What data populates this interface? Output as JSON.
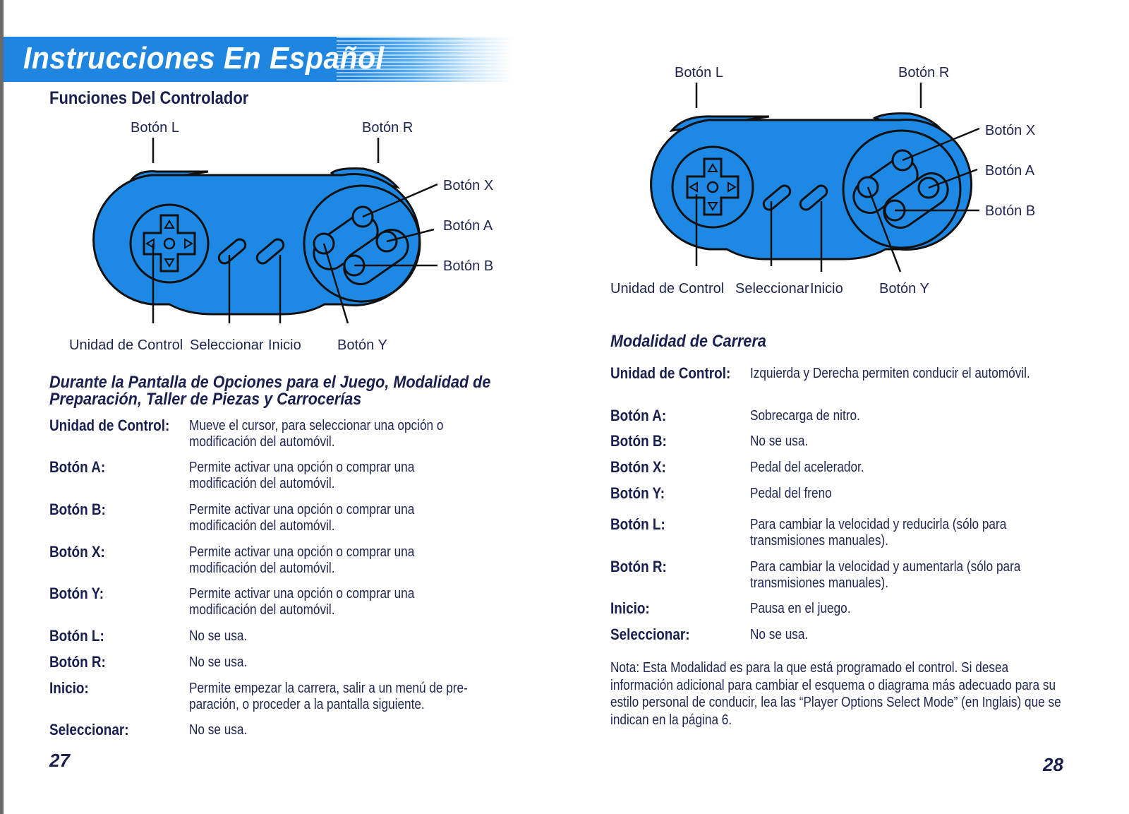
{
  "banner": {
    "title": "Instrucciones En Español"
  },
  "left_page": {
    "section_title": "Funciones Del Controlador",
    "controller_labels": {
      "l": "Botón L",
      "r": "Botón R",
      "x": "Botón X",
      "a": "Botón A",
      "b": "Botón B",
      "dpad": "Unidad de Control",
      "select": "Seleccionar",
      "start": "Inicio",
      "y": "Botón Y"
    },
    "subsection_title": "Durante la Pantalla de Opciones para el Juego, Modalidad de Preparación, Taller de Piezas y Carrocerías",
    "rows": [
      {
        "term": "Unidad de Control:",
        "def": "Mueve el cursor, para seleccionar una opción o modificación del automóvil."
      },
      {
        "term": "Botón A:",
        "def": "Permite activar una opción o comprar una modificación del automóvil."
      },
      {
        "term": "Botón B:",
        "def": "Permite activar una opción o comprar una modificación del automóvil."
      },
      {
        "term": "Botón X:",
        "def": "Permite activar una opción o comprar una modificación del automóvil."
      },
      {
        "term": "Botón Y:",
        "def": "Permite activar una opción o comprar una modificación del automóvil."
      },
      {
        "term": "Botón L:",
        "def": "No se usa."
      },
      {
        "term": "Botón R:",
        "def": "No se usa."
      },
      {
        "term": "Inicio:",
        "def": "Permite empezar la carrera, salir a un menú de pre-paración, o proceder a la pantalla siguiente."
      },
      {
        "term": "Seleccionar:",
        "def": "No se usa."
      }
    ],
    "page_number": "27"
  },
  "right_page": {
    "controller_labels": {
      "l": "Botón L",
      "r": "Botón R",
      "x": "Botón X",
      "a": "Botón A",
      "b": "Botón B",
      "dpad": "Unidad de Control",
      "select": "Seleccionar",
      "start": "Inicio",
      "y": "Botón Y"
    },
    "subsection_title": "Modalidad de Carrera",
    "rows": [
      {
        "term": "Unidad de Control:",
        "def": "Izquierda y Derecha permiten conducir el automóvil."
      },
      {
        "term": "Botón A:",
        "def": "Sobrecarga de nitro."
      },
      {
        "term": "Botón B:",
        "def": "No se usa."
      },
      {
        "term": "Botón X:",
        "def": "Pedal del acelerador."
      },
      {
        "term": "Botón Y:",
        "def": "Pedal del freno"
      },
      {
        "term": "Botón L:",
        "def": "Para cambiar la velocidad y reducirla (sólo para transmisiones manuales)."
      },
      {
        "term": "Botón R:",
        "def": "Para cambiar la velocidad y aumentarla (sólo para transmisiones manuales)."
      },
      {
        "term": "Inicio:",
        "def": "Pausa en el juego."
      },
      {
        "term": "Seleccionar:",
        "def": "No se usa."
      }
    ],
    "note": "Nota: Esta Modalidad es para la que está programado el control. Si desea información adicional para cambiar el esquema o diagrama más adecuado para su estilo personal de conducir, lea las “Player Options Select Mode” (en Inglais) que se indican en la página 6.",
    "page_number": "28"
  },
  "colors": {
    "controller_blue": "#1e88e5",
    "banner_blue": "#1e86e0",
    "ink": "#1a1f4e"
  }
}
